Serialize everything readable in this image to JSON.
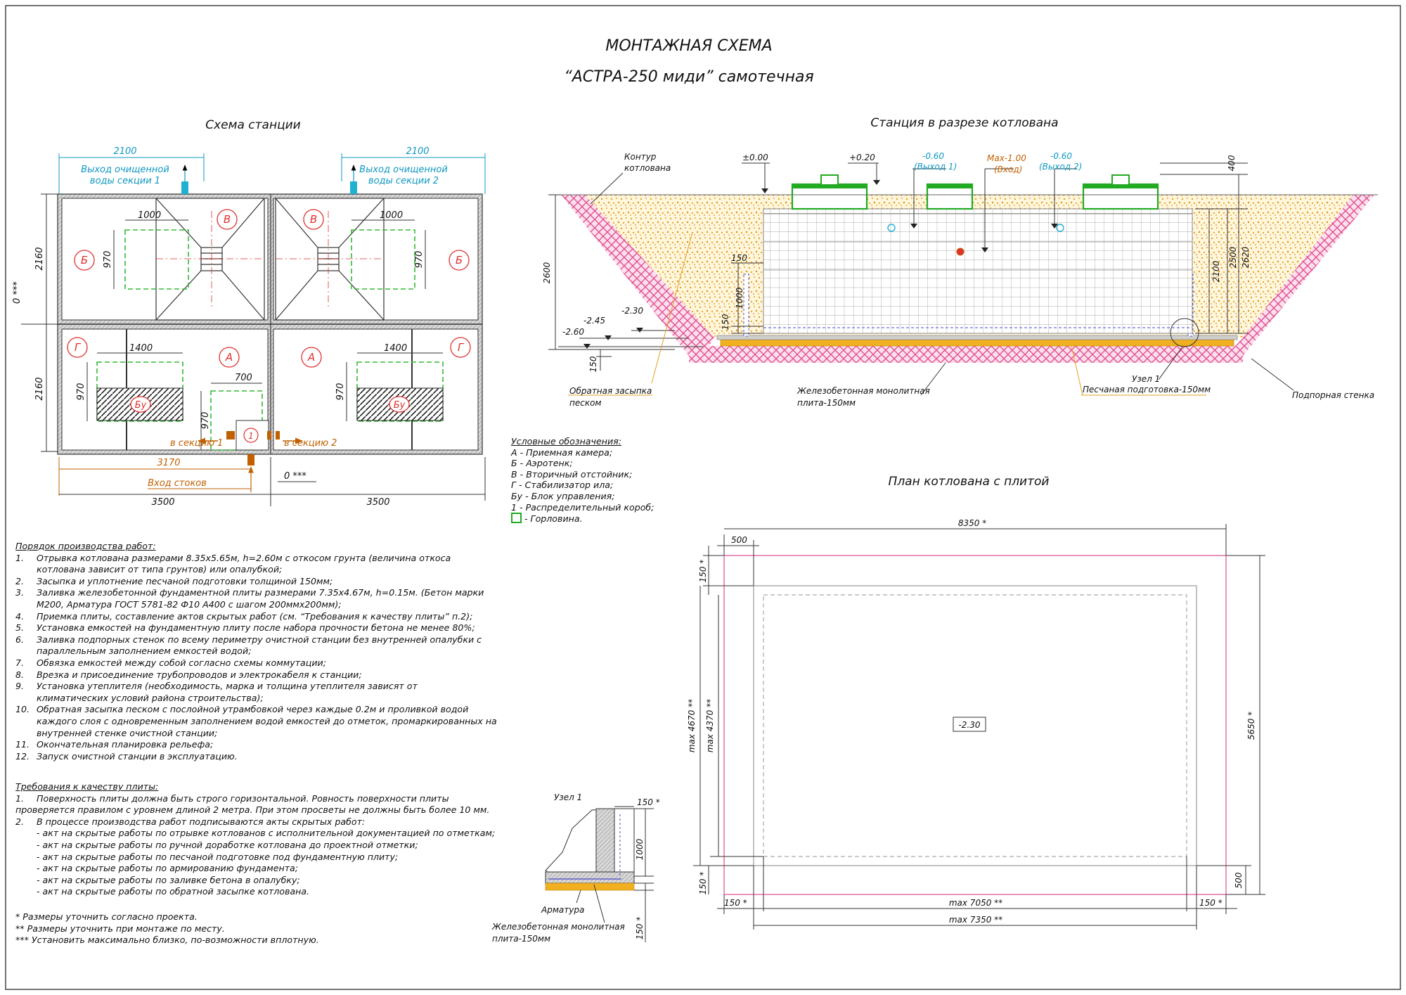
{
  "title": {
    "line1": "МОНТАЖНАЯ СХЕМА",
    "line2": "“АСТРА-250 миди” самотечная"
  },
  "sections": {
    "scheme": "Схема станции",
    "section": "Станция в разрезе котлована",
    "plan": "План котлована с плитой",
    "node": "Узел 1"
  },
  "scheme": {
    "dim_2100_left": "2100",
    "dim_2100_right": "2100",
    "out1": [
      "Выход очищенной",
      "воды секции 1"
    ],
    "out2": [
      "Выход очищенной",
      "воды секции 2"
    ],
    "dim_2160_top": "2160",
    "dim_2160_bottom": "2160",
    "dim_1000_left": "1000",
    "dim_1000_right": "1000",
    "dim_970_a": "970",
    "dim_970_b": "970",
    "dim_970_c": "970",
    "dim_970_d": "970",
    "dim_970_e": "970",
    "dim_1400_left": "1400",
    "dim_1400_right": "1400",
    "dim_700": "700",
    "zero_left": "0 ***",
    "zero_bottom": "0 ***",
    "to_sec1": "в секцию 1",
    "to_sec2": "в секцию 2",
    "dim_3170": "3170",
    "inlet": "Вход стоков",
    "dim_3500_left": "3500",
    "dim_3500_right": "3500",
    "labels": {
      "A": "А",
      "B": "Б",
      "V": "В",
      "G": "Г",
      "BU": "Бу",
      "one": "1"
    }
  },
  "section": {
    "kontur": [
      "Контур",
      "котлована"
    ],
    "lvl_000": "±0.00",
    "lvl_020": "+0.20",
    "lvl_060_1": "-0.60",
    "out1": "(Выход 1)",
    "lvl_max": "Max-1.00",
    "inlet": "(Вход)",
    "lvl_060_2": "-0.60",
    "out2": "(Выход 2)",
    "dim_400": "400",
    "dim_2620": "2620",
    "dim_2500": "2500",
    "dim_2100": "2100",
    "dim_2600": "2600",
    "dim_150a": "150",
    "dim_1000": "1000",
    "dim_150b": "150",
    "dim_150c": "150",
    "lvl_230": "-2.30",
    "lvl_245": "-2.45",
    "lvl_260": "-2.60",
    "backfill": [
      "Обратная засыпка",
      "песком"
    ],
    "slab": [
      "Железобетонная монолитная",
      "плита-150мм"
    ],
    "node": "Узел 1",
    "sand": "Песчаная подготовка-150мм",
    "wall": "Подпорная стенка"
  },
  "legend": {
    "title": "Условные обозначения:",
    "items": [
      "А - Приемная камера;",
      "Б - Аэротенк;",
      "В - Вторичный отстойник;",
      "Г - Стабилизатор ила;",
      "Бу - Блок управления;",
      "1 - Распределительный короб;"
    ],
    "neck": "- Горловина."
  },
  "plan": {
    "dim_8350": "8350 *",
    "dim_500_top": "500",
    "dim_150_top": "150 *",
    "dim_4670": "max 4670 **",
    "dim_4370": "max 4370 **",
    "dim_5650": "5650 *",
    "level": "-2.30",
    "dim_150_left": "150 *",
    "dim_500_right": "500",
    "dim_150_bl": "150 *",
    "dim_7050": "max 7050 **",
    "dim_150_br": "150 *",
    "dim_7350": "max 7350 **"
  },
  "node": {
    "title": "Узел 1",
    "dim_150_top": "150 *",
    "dim_1000": "1000",
    "rebar": "Арматура",
    "slab": [
      "Железобетонная монолитная",
      "плита-150мм"
    ],
    "dim_150_bottom": "150 *"
  },
  "works": {
    "title": "Порядок производства работ:",
    "items": [
      {
        "n": "1.",
        "lines": [
          "Отрывка котлована размерами 8.35x5.65м, h=2.60м с откосом грунта (величина откоса",
          "котлована зависит от типа грунтов) или опалубкой;"
        ]
      },
      {
        "n": "2.",
        "lines": [
          "Засыпка и уплотнение песчаной подготовки толщиной 150мм;"
        ]
      },
      {
        "n": "3.",
        "lines": [
          "Заливка железобетонной фундаментной плиты размерами 7.35x4.67м, h=0.15м. (Бетон марки",
          "М200, Арматура ГОСТ 5781-82 Ф10 А400 с шагом 200ммх200мм);"
        ]
      },
      {
        "n": "4.",
        "lines": [
          "Приемка плиты, составление актов скрытых работ (см. “Требования к качеству плиты” п.2);"
        ]
      },
      {
        "n": "5.",
        "lines": [
          "Установка емкостей на фундаментную плиту после набора прочности бетона не менее 80%;"
        ]
      },
      {
        "n": "6.",
        "lines": [
          "Заливка подпорных стенок по всему периметру очистной станции без внутренней опалубки с",
          "параллельным заполнением емкостей водой;"
        ]
      },
      {
        "n": "7.",
        "lines": [
          "Обвязка емкостей между собой согласно схемы коммутации;"
        ]
      },
      {
        "n": "8.",
        "lines": [
          "Врезка и присоединение трубопроводов и электрокабеля к станции;"
        ]
      },
      {
        "n": "9.",
        "lines": [
          "Установка утеплителя (необходимость, марка и толщина утеплителя зависят от",
          "климатических условий района строительства);"
        ]
      },
      {
        "n": "10.",
        "lines": [
          "Обратная засыпка песком с послойной утрамбовкой через каждые 0.2м и проливкой водой",
          "каждого слоя с одновременным заполнением водой емкостей до отметок, промаркированных на",
          "внутренней стенке очистной станции;"
        ]
      },
      {
        "n": "11.",
        "lines": [
          "Окончательная планировка рельефа;"
        ]
      },
      {
        "n": "12.",
        "lines": [
          "Запуск очистной станции в эксплуатацию."
        ]
      }
    ]
  },
  "quality": {
    "title": "Требования к качеству плиты:",
    "p1": [
      "Поверхность плиты должна быть строго горизонтальной. Ровность поверхности плиты",
      "проверяется правилом с уровнем длиной 2 метра. При этом просветы не должны быть     более 10 мм."
    ],
    "p2": "В процессе производства работ подписываются акты скрытых работ:",
    "acts": [
      "- акт на скрытые работы по отрывке котлованов с исполнительной документацией по отметкам;",
      "- акт на скрытые работы по ручной доработке котлована до проектной отметки;",
      "- акт на скрытые работы по песчаной подготовке под фундаментную плиту;",
      "- акт на скрытые работы по армированию фундамента;",
      "- акт на скрытые работы по заливке бетона в опалубку;",
      "- акт на скрытые работы по обратной засыпке котлована."
    ]
  },
  "footnotes": [
    "* Размеры уточнить согласно проекта.",
    "** Размеры уточнить при монтаже по месту.",
    "*** Установить максимально близко, по-возможности вплотную."
  ]
}
